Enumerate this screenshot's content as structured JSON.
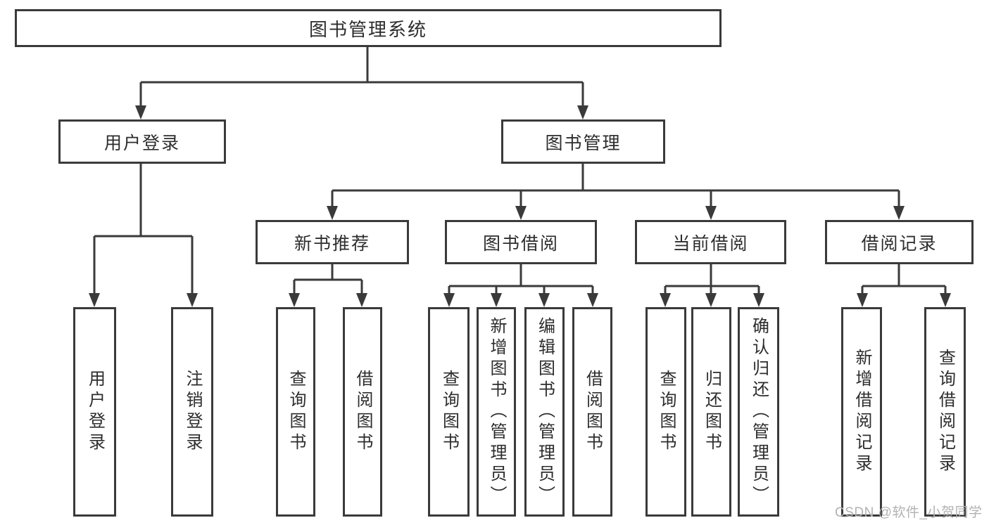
{
  "root": {
    "label": "图书管理系统"
  },
  "branches": [
    {
      "label": "用户登录",
      "children": [
        {
          "label": "用户登录"
        },
        {
          "label": "注销登录"
        }
      ]
    },
    {
      "label": "图书管理",
      "children": [
        {
          "label": "新书推荐",
          "children": [
            {
              "label": "查询图书"
            },
            {
              "label": "借阅图书"
            }
          ]
        },
        {
          "label": "图书借阅",
          "children": [
            {
              "label": "查询图书"
            },
            {
              "label": "新增图书（管理员）"
            },
            {
              "label": "编辑图书（管理员）"
            },
            {
              "label": "借阅图书"
            }
          ]
        },
        {
          "label": "当前借阅",
          "children": [
            {
              "label": "查询图书"
            },
            {
              "label": "归还图书"
            },
            {
              "label": "确认归还（管理员）"
            }
          ]
        },
        {
          "label": "借阅记录",
          "children": [
            {
              "label": "新增借阅记录"
            },
            {
              "label": "查询借阅记录"
            }
          ]
        }
      ]
    }
  ],
  "watermark": {
    "text": "CSDN @软件_小贺同学"
  },
  "colors": {
    "line": "#3a3a3a",
    "text": "#2d2d2d",
    "watermark": "#b2b2b2",
    "background": "#ffffff"
  }
}
